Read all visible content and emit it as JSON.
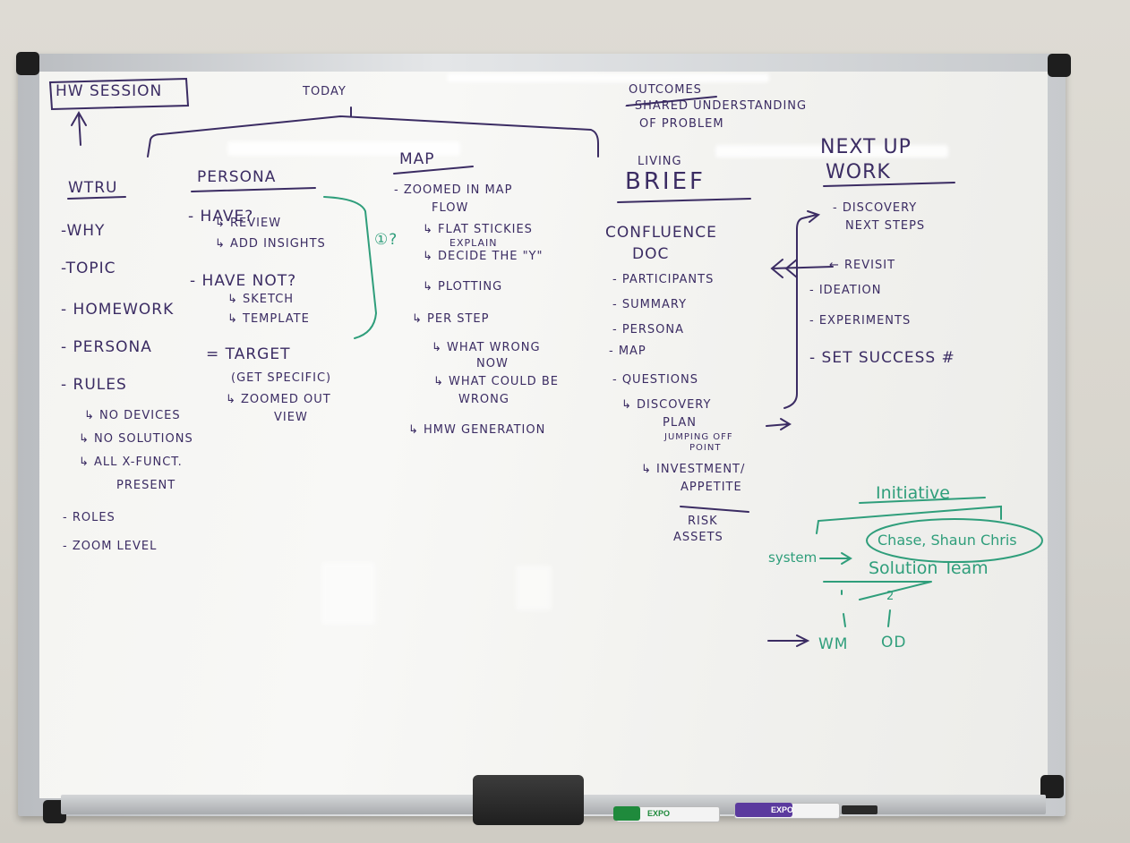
{
  "board": {
    "left_margin": {
      "title": "HW SESSION",
      "col_head": "WTRU",
      "items": [
        "-WHY",
        "-TOPIC",
        "- HOMEWORK",
        "- PERSONA",
        "- RULES"
      ],
      "rules_sub": [
        "↳ NO DEVICES",
        "↳ NO SOLUTIONS",
        "↳ ALL X-FUNCT.",
        "PRESENT"
      ],
      "tail": [
        "- ROLES",
        "- ZOOM LEVEL"
      ]
    },
    "today": {
      "label": "TODAY"
    },
    "persona": {
      "head": "PERSONA",
      "have": "- HAVE?",
      "have_sub": [
        "↳ REVIEW",
        "↳ ADD INSIGHTS"
      ],
      "have_not": "- HAVE NOT?",
      "have_not_sub": [
        "↳ SKETCH",
        "↳ TEMPLATE"
      ],
      "target": "= TARGET",
      "target_note": "(GET SPECIFIC)",
      "zoom": "↳ ZOOMED OUT",
      "zoom2": "VIEW",
      "question": "①?"
    },
    "map": {
      "head": "MAP",
      "items": [
        "- ZOOMED IN MAP",
        "FLOW",
        "↳ FLAT STICKIES",
        "EXPLAIN",
        "↳ DECIDE THE \"Y\"",
        "↳ PLOTTING",
        "↳ PER STEP",
        "↳ WHAT WRONG",
        "NOW",
        "↳ WHAT COULD BE",
        "WRONG",
        "↳ HMW GENERATION"
      ]
    },
    "outcomes": {
      "head": "OUTCOMES",
      "line1": "- SHARED UNDERSTANDING",
      "line2": "OF PROBLEM"
    },
    "brief": {
      "small": "LIVING",
      "head": "BRIEF",
      "doc1": "CONFLUENCE",
      "doc2": "DOC",
      "items": [
        "- PARTICIPANTS",
        "- SUMMARY",
        "- PERSONA",
        "- MAP",
        "- QUESTIONS"
      ],
      "disc": "↳ DISCOVERY",
      "disc2": "PLAN",
      "jump": "JUMPING OFF",
      "jump2": "POINT",
      "inv": "↳ INVESTMENT/",
      "inv2": "APPETITE",
      "risk": "RISK",
      "assets": "ASSETS"
    },
    "next": {
      "head1": "NEXT UP",
      "head2": "WORK",
      "items": [
        "- DISCOVERY",
        "NEXT STEPS",
        "← REVISIT",
        "- IDEATION",
        "- EXPERIMENTS",
        "- SET SUCCESS #"
      ]
    },
    "initiative": {
      "head": "Initiative",
      "system": "system",
      "names": "Chase, Shaun Chris",
      "team": "Solution Team",
      "num": "2",
      "wm": "WM",
      "od": "OD"
    }
  },
  "markers": [
    {
      "label": "EXPO",
      "color": "#1f8a3c"
    },
    {
      "label": "EXPO",
      "color": "#5b3a9e"
    }
  ]
}
